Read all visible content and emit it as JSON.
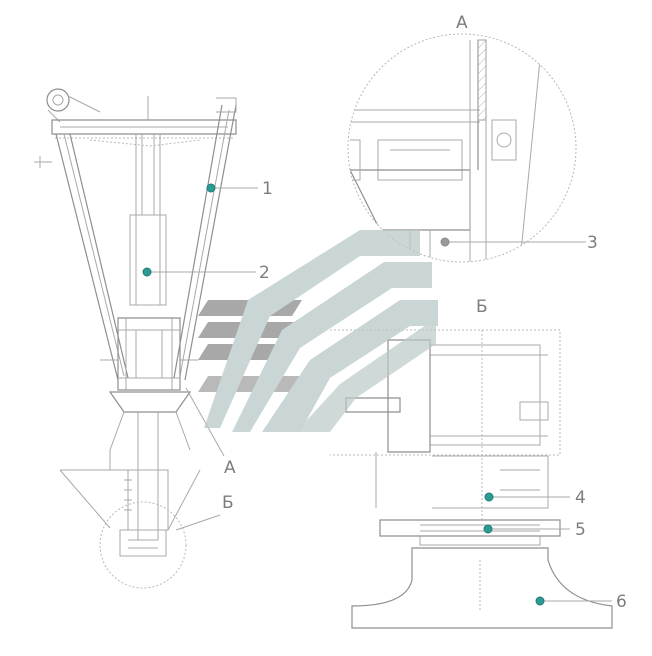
{
  "colors": {
    "line": "#a9a9a9",
    "hotspot": "#2e9a94",
    "watermark_grey": "#8b8b8b",
    "watermark_teal": "#b9c9c7"
  },
  "views": {
    "detail_a": "A",
    "detail_b": "Б",
    "section_a": "A",
    "section_b": "Б"
  },
  "callouts": [
    {
      "id": "1",
      "label": "1"
    },
    {
      "id": "2",
      "label": "2"
    },
    {
      "id": "3",
      "label": "3"
    },
    {
      "id": "4",
      "label": "4"
    },
    {
      "id": "5",
      "label": "5"
    },
    {
      "id": "6",
      "label": "6"
    }
  ],
  "watermark": "logo"
}
